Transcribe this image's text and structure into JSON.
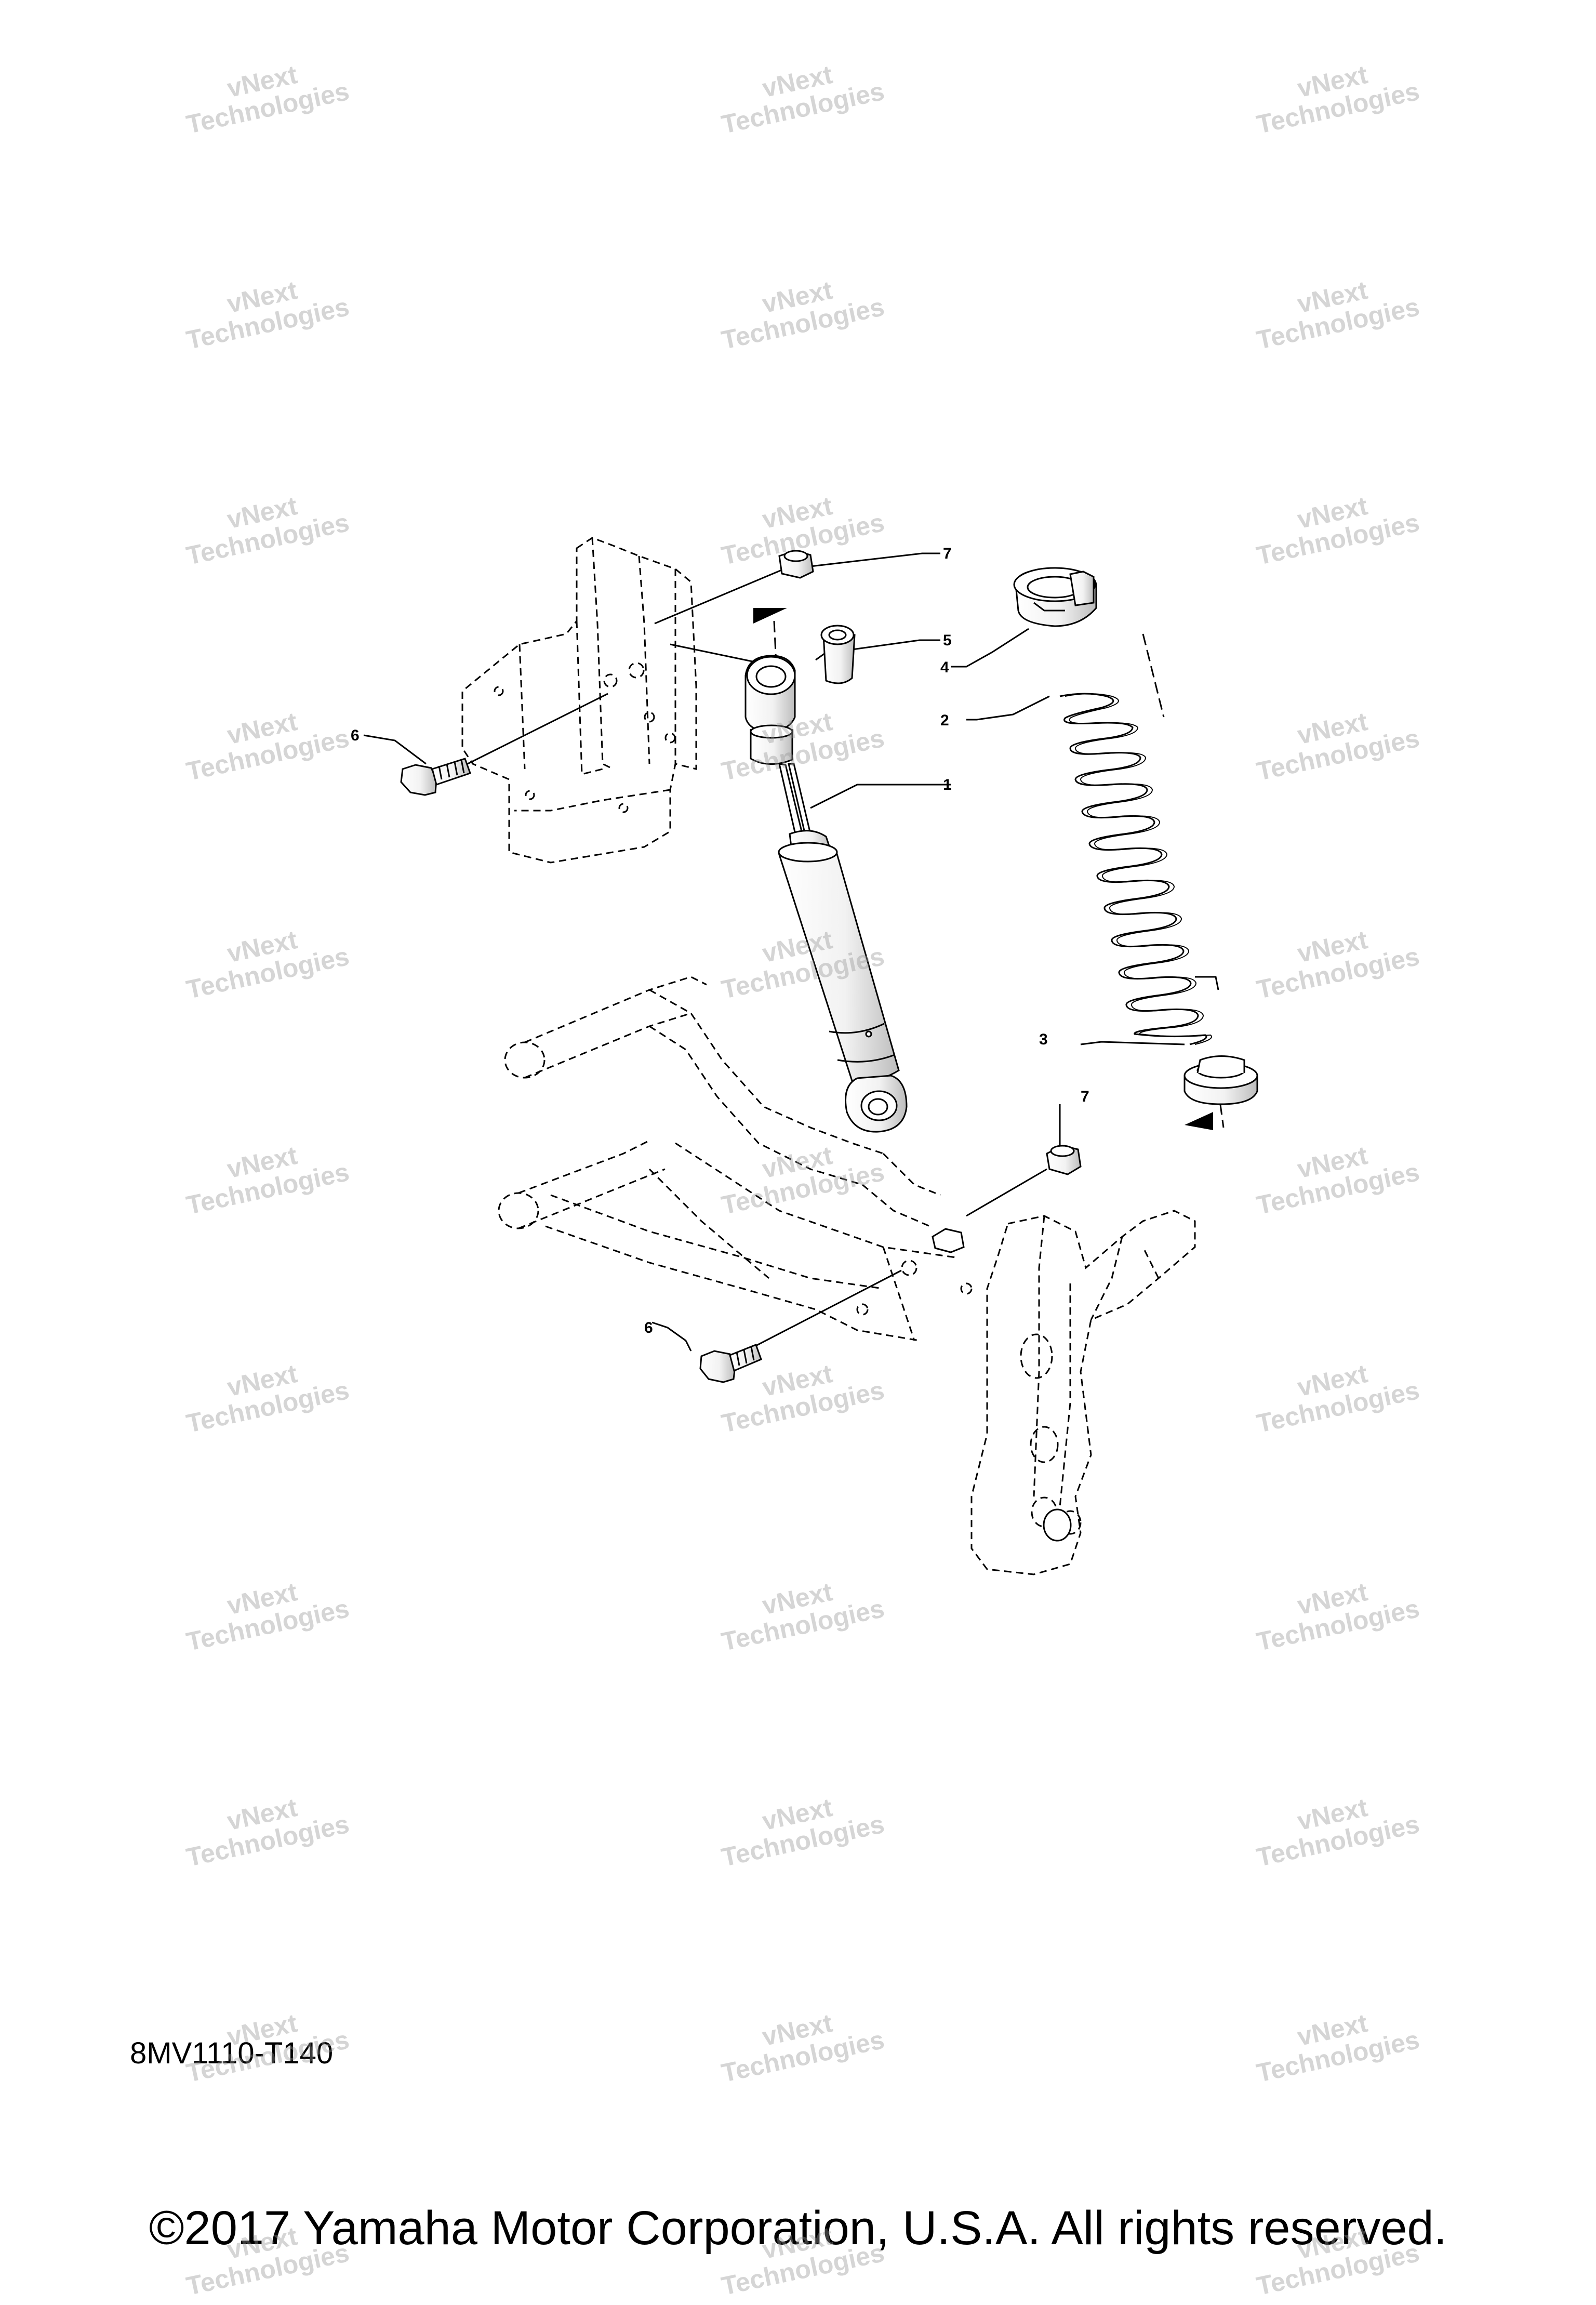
{
  "drawing_code": "8MV1110-T140",
  "copyright": "©2017 Yamaha Motor Corporation, U.S.A. All rights reserved.",
  "watermark": {
    "line1": "vNext",
    "line2": "Technologies"
  },
  "callouts": [
    {
      "id": "part-1",
      "label": "1"
    },
    {
      "id": "part-2",
      "label": "2"
    },
    {
      "id": "part-3",
      "label": "3"
    },
    {
      "id": "part-4",
      "label": "4"
    },
    {
      "id": "part-5",
      "label": "5"
    },
    {
      "id": "part-6-top",
      "label": "6"
    },
    {
      "id": "part-6-bottom",
      "label": "6"
    },
    {
      "id": "part-7-top",
      "label": "7"
    },
    {
      "id": "part-7-bottom",
      "label": "7"
    }
  ],
  "colors": {
    "line": "#000000",
    "watermark": "#969696"
  }
}
